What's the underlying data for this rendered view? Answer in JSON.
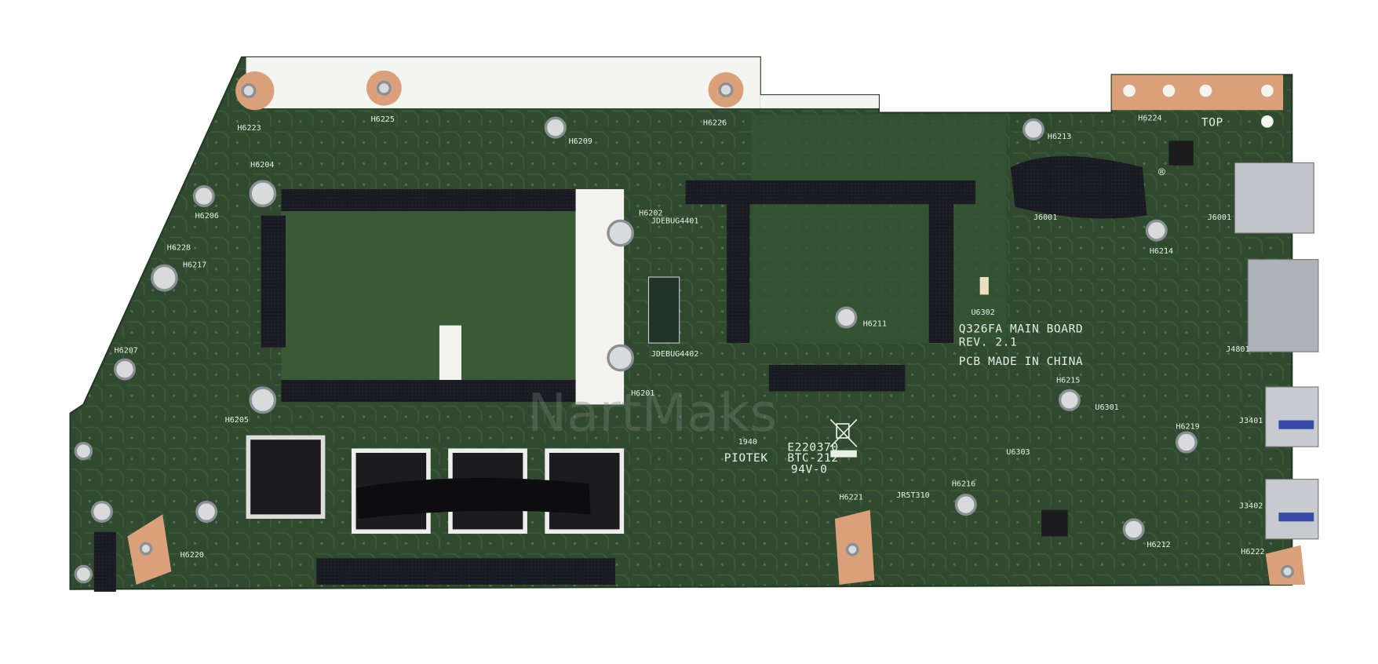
{
  "board": {
    "title": "Q326FA MAIN BOARD",
    "revision": "REV. 2.1",
    "origin": "PCB MADE IN CHINA",
    "side_label": "TOP",
    "maker": "PIOTEK",
    "cert_code": "E220370",
    "material": "BTC-212",
    "flammability": "94V-0",
    "date_code": "1940",
    "resistor_label": "JR5T310",
    "registered_mark": "®",
    "watermark": "NartMaks",
    "colors": {
      "pcb": "#2f4a2f",
      "trace": "#3d5c3a",
      "foam": "#1a1a22",
      "copper": "#d9a07a",
      "silk": "#e8efe6"
    }
  },
  "holes": [
    {
      "id": "h6223",
      "label": "H6223"
    },
    {
      "id": "h6225",
      "label": "H6225"
    },
    {
      "id": "h6226",
      "label": "H6226"
    },
    {
      "id": "h6209",
      "label": "H6209"
    },
    {
      "id": "h6213",
      "label": "H6213"
    },
    {
      "id": "h6224",
      "label": "H6224"
    },
    {
      "id": "h6204",
      "label": "H6204"
    },
    {
      "id": "h6206",
      "label": "H6206"
    },
    {
      "id": "h6228",
      "label": "H6228"
    },
    {
      "id": "h6217",
      "label": "H6217"
    },
    {
      "id": "h6202",
      "label": "H6202"
    },
    {
      "id": "h6214",
      "label": "H6214"
    },
    {
      "id": "h6211",
      "label": "H6211"
    },
    {
      "id": "h6207",
      "label": "H6207"
    },
    {
      "id": "h6201",
      "label": "H6201"
    },
    {
      "id": "h6205",
      "label": "H6205"
    },
    {
      "id": "h6215",
      "label": "H6215"
    },
    {
      "id": "h6219",
      "label": "H6219"
    },
    {
      "id": "h6216",
      "label": "H6216"
    },
    {
      "id": "h6221",
      "label": "H6221"
    },
    {
      "id": "h6212",
      "label": "H6212"
    },
    {
      "id": "h6220",
      "label": "H6220"
    },
    {
      "id": "h6222",
      "label": "H6222"
    }
  ],
  "components": {
    "debug1": "JDEBUG4401",
    "debug2": "JDEBUG4402",
    "u6302": "U6302",
    "u6301": "U6301",
    "u6303": "U6303"
  },
  "connectors": {
    "j6001": "J6001",
    "j4801": "J4801",
    "j3401": "J3401",
    "j3402": "J3402"
  }
}
